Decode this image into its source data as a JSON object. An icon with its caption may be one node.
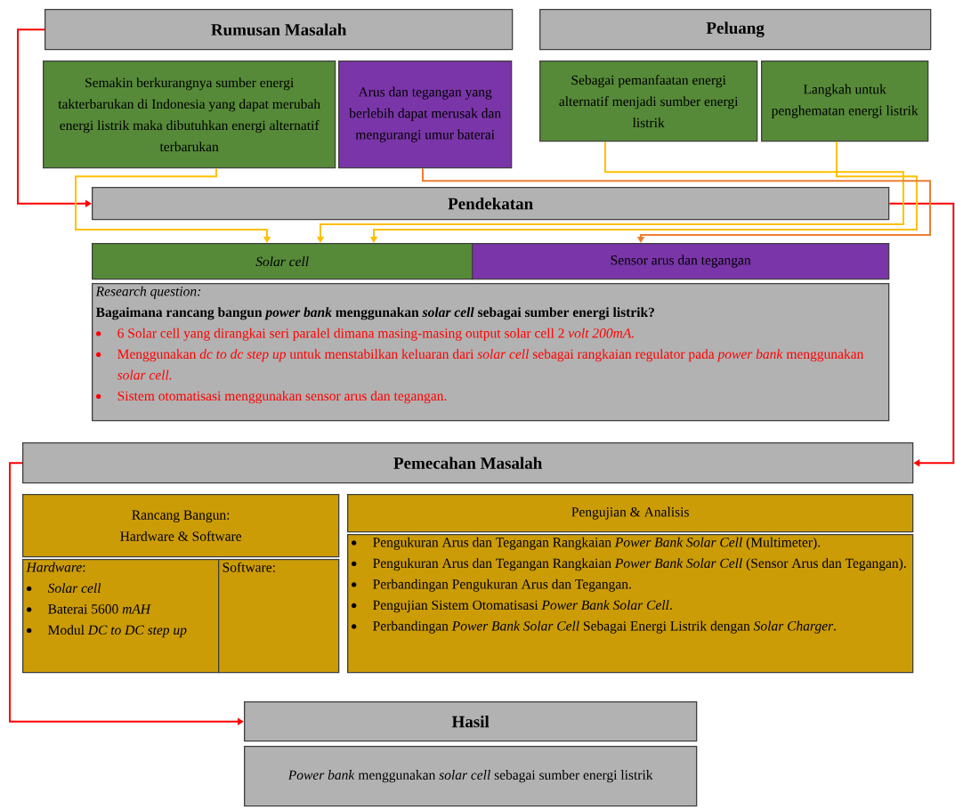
{
  "diagram": {
    "nodes": [
      {
        "text": [
          "Rumusan Masalah"
        ]
      },
      {
        "text": [
          "Semakin berkurangnya sumber energi takterbarukan di Indonesia yang dapat merubah energi listrik maka dibutuhkan energi alternatif terbarukan"
        ]
      },
      {
        "text": [
          "Arus dan tegangan yang berlebih dapat merusak dan mengurangi umur baterai"
        ]
      },
      {
        "text": [
          "Peluang"
        ]
      },
      {
        "text": [
          "Sebagai pemanfaatan energi alternatif menjadi sumber energi listrik"
        ]
      },
      {
        "text": [
          "Langkah untuk penghematan energi listrik"
        ]
      },
      {
        "text": [
          "Pendekatan"
        ]
      },
      {
        "text": [
          "Solar cell"
        ]
      },
      {
        "text": [
          "Sensor arus dan tegangan"
        ]
      },
      {
        "text": [
          "Research question:",
          "Bagaimana rancang bangun *power bank* menggunakan *solar cell* sebagai sumber energi listrik?",
          "6 Solar cell yang dirangkai seri paralel dimana masing-masing output solar cell 2 *volt 200mA.*",
          "Menggunakan *dc to dc step up* untuk menstabilkan keluaran dari *solar cell* sebagai rangkaian regulator pada *power bank* menggunakan *solar cell.*",
          "Sistem otomatisasi menggunakan sensor arus dan tegangan."
        ]
      },
      {
        "text": [
          "Pemecahan Masalah"
        ]
      },
      {
        "text": [
          "Rancang Bangun: Hardware & Software"
        ]
      },
      {
        "text": [
          "*Hardware*:",
          "Solar cell",
          "Baterai 5600 *mAH*",
          "Modul *DC to DC step up*"
        ]
      },
      {
        "text": [
          "Software:"
        ]
      },
      {
        "text": [
          "Pengujian & Analisis"
        ]
      },
      {
        "text": [
          "Pengukuran Arus dan Tegangan Rangkaian *Power Bank Solar Cell* (Multimeter).",
          "Pengukuran Arus dan Tegangan Rangkaian *Power Bank Solar Cell* (Sensor Arus dan Tegangan).",
          "Perbandingan Pengukuran Arus dan Tegangan.",
          "Pengujian Sistem Otomatisasi *Power Bank Solar Cell*.",
          "Perbandingan *Power Bank Solar Cell* Sebagai Energi Listrik dengan *Solar Charger*."
        ]
      },
      {
        "text": [
          "Hasil"
        ]
      },
      {
        "text": [
          "*Power bank* menggunakan *solar cell* sebagai sumber energi listrik"
        ]
      }
    ],
    "edges": [
      {
        "from": 0,
        "to": 6,
        "arrow": "to",
        "color": "#ff0000"
      },
      {
        "from": 6,
        "to": 10,
        "arrow": "to",
        "color": "#ff0000"
      },
      {
        "from": 10,
        "to": 16,
        "arrow": "to",
        "color": "#ff0000"
      },
      {
        "from": 1,
        "to": 7,
        "arrow": "to",
        "color": "#ffc000"
      },
      {
        "from": 4,
        "to": 7,
        "arrow": "to",
        "color": "#ffc000"
      },
      {
        "from": 5,
        "to": 7,
        "arrow": "to",
        "color": "#ffc000"
      },
      {
        "from": 2,
        "to": 8,
        "arrow": "to",
        "color": "#ed7d31"
      }
    ]
  }
}
